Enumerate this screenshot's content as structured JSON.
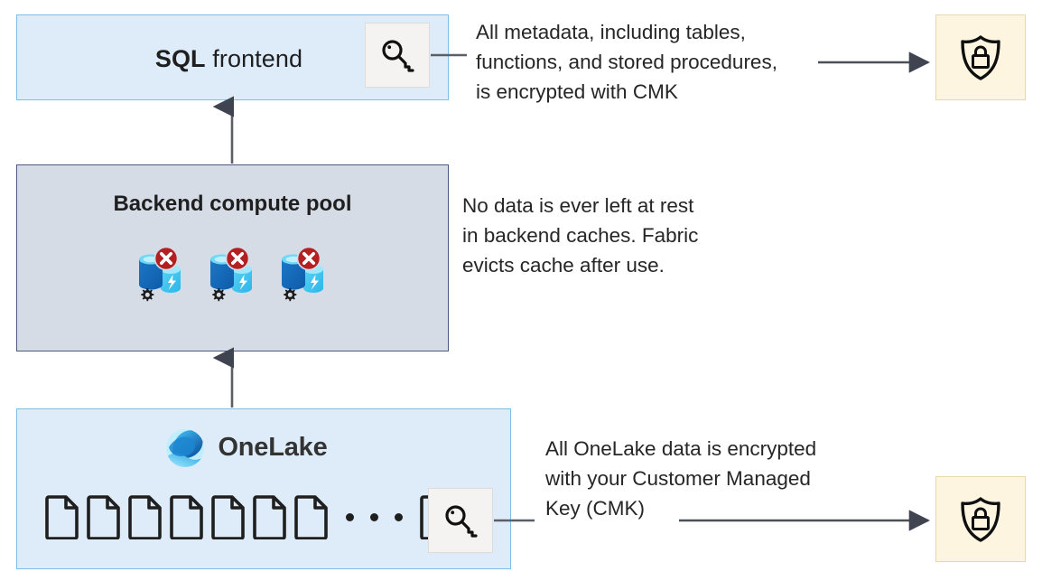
{
  "diagram": {
    "title": "Microsoft Fabric CMK encryption architecture",
    "colors": {
      "box_blue_fill": "#deebf9",
      "box_blue_border": "#7cc0ea",
      "box_gray_fill": "#d6dce6",
      "box_gray_border": "#4c5a80",
      "box_cream_fill": "#fdf5e0",
      "box_cream_border": "#e7d9ac",
      "badge_fill": "#f5f3f1",
      "connector": "#404040",
      "text": "#262626"
    }
  },
  "nodes": {
    "sql_frontend": {
      "label_strong": "SQL",
      "label_light": " frontend",
      "key_badge_icon": "key-icon"
    },
    "backend_pool": {
      "label": "Backend compute pool",
      "cache_count": 3,
      "cache_icon": "cache-disabled-icon"
    },
    "onelake": {
      "label": "OneLake",
      "logo_icon": "onelake-logo-icon",
      "file_count_left": 7,
      "ellipsis_dots": 3,
      "file_count_right": 1,
      "file_icon": "file-icon",
      "key_badge_icon": "key-icon"
    },
    "key_vault_top": {
      "icon": "shield-lock-icon"
    },
    "key_vault_bottom": {
      "icon": "shield-lock-icon"
    }
  },
  "annotations": {
    "metadata_cmk": "All metadata, including tables,\nfunctions, and stored procedures,\nis encrypted with CMK",
    "no_data_at_rest": "No data is ever left at rest\nin backend caches. Fabric\nevicts cache after use.",
    "onelake_cmk": "All OneLake data is encrypted\nwith your Customer Managed\nKey (CMK)"
  },
  "connectors": {
    "onelake_to_backend": "arrow-up",
    "backend_to_sql": "arrow-up",
    "sql_key_to_vault": "arrow-right",
    "onelake_key_to_vault": "arrow-right"
  }
}
